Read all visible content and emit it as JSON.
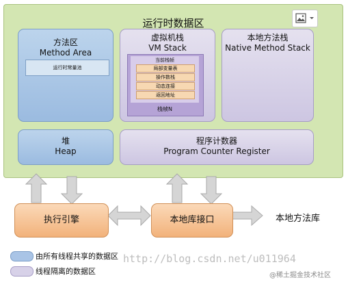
{
  "runtime_area": {
    "title": "运行时数据区"
  },
  "method_area": {
    "name_zh": "方法区",
    "name_en": "Method Area",
    "pool": "运行时常量池"
  },
  "vm_stack": {
    "name_zh": "虚拟机栈",
    "name_en": "VM Stack",
    "frame_title": "当前栈帧",
    "frame_items": [
      "局部变量表",
      "操作数栈",
      "动态连接",
      "返回地址"
    ],
    "stack_n": "栈帧N"
  },
  "native_stack": {
    "name_zh": "本地方法栈",
    "name_en": "Native Method Stack"
  },
  "heap": {
    "name_zh": "堆",
    "name_en": "Heap"
  },
  "pc_register": {
    "name_zh": "程序计数器",
    "name_en": "Program Counter Register"
  },
  "engine": {
    "label": "执行引擎"
  },
  "native_interface": {
    "label": "本地库接口"
  },
  "native_library": {
    "label": "本地方法库"
  },
  "legend": {
    "shared": "由所有线程共享的数据区",
    "isolated": "线程隔离的数据区"
  },
  "watermark": {
    "url": "http://blog.csdn.net/u011964",
    "site": "@稀土掘金技术社区"
  },
  "colors": {
    "runtime_bg": "#d3e6b2",
    "shared": "#a9c4e6",
    "isolated": "#d7d1e8",
    "external": "#f5c090"
  },
  "icons": [
    "image-icon",
    "chevron-down-icon"
  ]
}
